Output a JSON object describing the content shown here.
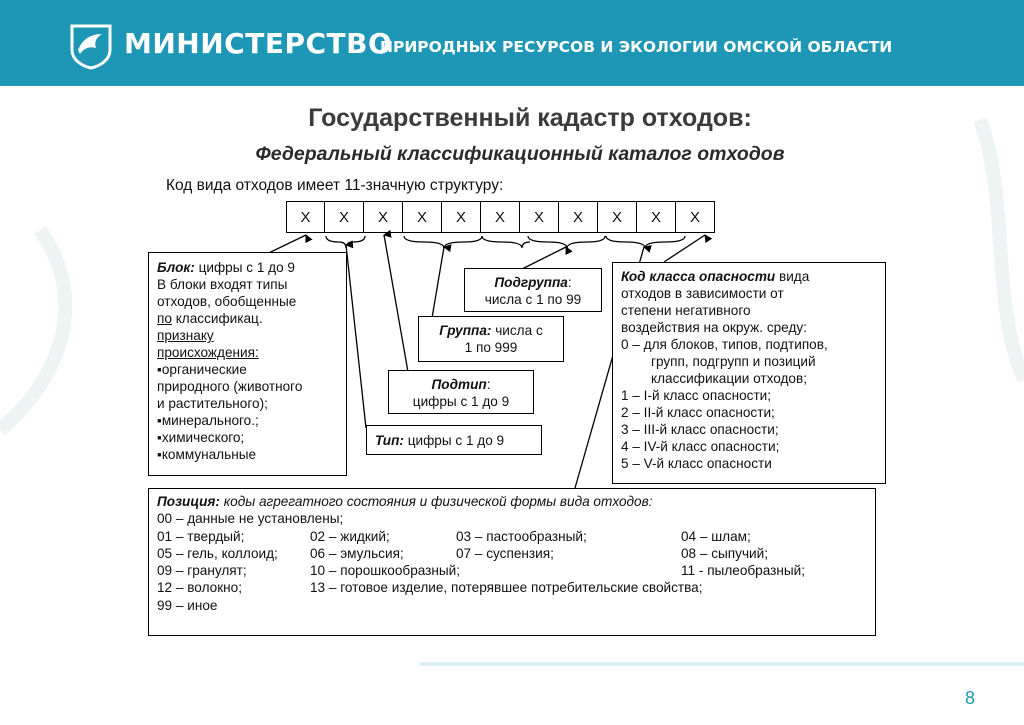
{
  "header": {
    "brand_main": "МИНИСТЕРСТВО",
    "brand_sub": "ПРИРОДНЫХ РЕСУРСОВ И ЭКОЛОГИИ ОМСКОЙ ОБЛАСТИ",
    "colors": {
      "band": "#1d97b5",
      "text": "#ffffff"
    }
  },
  "slide": {
    "title": "Государственный кадастр отходов:",
    "subtitle": "Федеральный классификационный каталог отходов",
    "intro": "Код вида отходов имеет 11-значную структуру:",
    "digits": [
      "X",
      "X",
      "X",
      "X",
      "X",
      "X",
      "X",
      "X",
      "X",
      "X",
      "X"
    ],
    "page_number": "8"
  },
  "block": {
    "title": "Блок:",
    "title_rest": " цифры с 1 до 9",
    "line1": "В блоки входят типы",
    "line2": "отходов, обобщенные",
    "line3_u": "по",
    "line3_rest": " классификац.",
    "line4": "признаку",
    "line5": "происхождения:",
    "items": [
      "▪органические",
      "природного (животного",
      "и растительного);",
      "▪минерального.;",
      "▪химического;",
      "▪коммунальные"
    ]
  },
  "subgroup": {
    "title": "Подгруппа",
    "title_rest": ":",
    "line": "числа с 1 по 99"
  },
  "group": {
    "title": "Группа:",
    "title_rest": " числа с",
    "line": "1 по 999"
  },
  "subtype": {
    "title": "Подтип",
    "title_rest": ":",
    "line": "цифры с 1 до 9"
  },
  "type": {
    "title": "Тип:",
    "title_rest": " цифры с 1 до 9"
  },
  "hazard": {
    "title": "Код класса опасности",
    "title_rest": " вида",
    "lines": [
      "отходов в зависимости от",
      "степени негативного",
      "воздействия на окруж. среду:"
    ],
    "zero1": "0 – для блоков, типов, подтипов,",
    "zero2": "групп, подгрупп и позиций",
    "zero3": "классификации отходов;",
    "classes": [
      "1 – I-й класс опасности;",
      "2 – II-й класс опасности;",
      "3 – III-й класс опасности;",
      "4 – IV-й класс опасности;",
      "5 – V-й класс опасности"
    ]
  },
  "position": {
    "title": "Позиция:",
    "title_rest": " коды агрегатного состояния и физической формы вида отходов:",
    "l00": "00 – данные не установлены;",
    "c01": "01 – твердый;",
    "c02": "02 – жидкий;",
    "c03": "03 – пастообразный;",
    "c04": "04 – шлам;",
    "c05": "05 – гель, коллоид;",
    "c06": "06 – эмульсия;",
    "c07": "07 – суспензия;",
    "c08": "08 – сыпучий;",
    "c09": "09 – гранулят;",
    "c10": "10 – порошкообразный;",
    "c11": "11 - пылеобразный;",
    "c12": "12 – волокно;",
    "c13": "13 – готовое изделие, потерявшее потребительские свойства;",
    "l99": "99 – иное"
  }
}
